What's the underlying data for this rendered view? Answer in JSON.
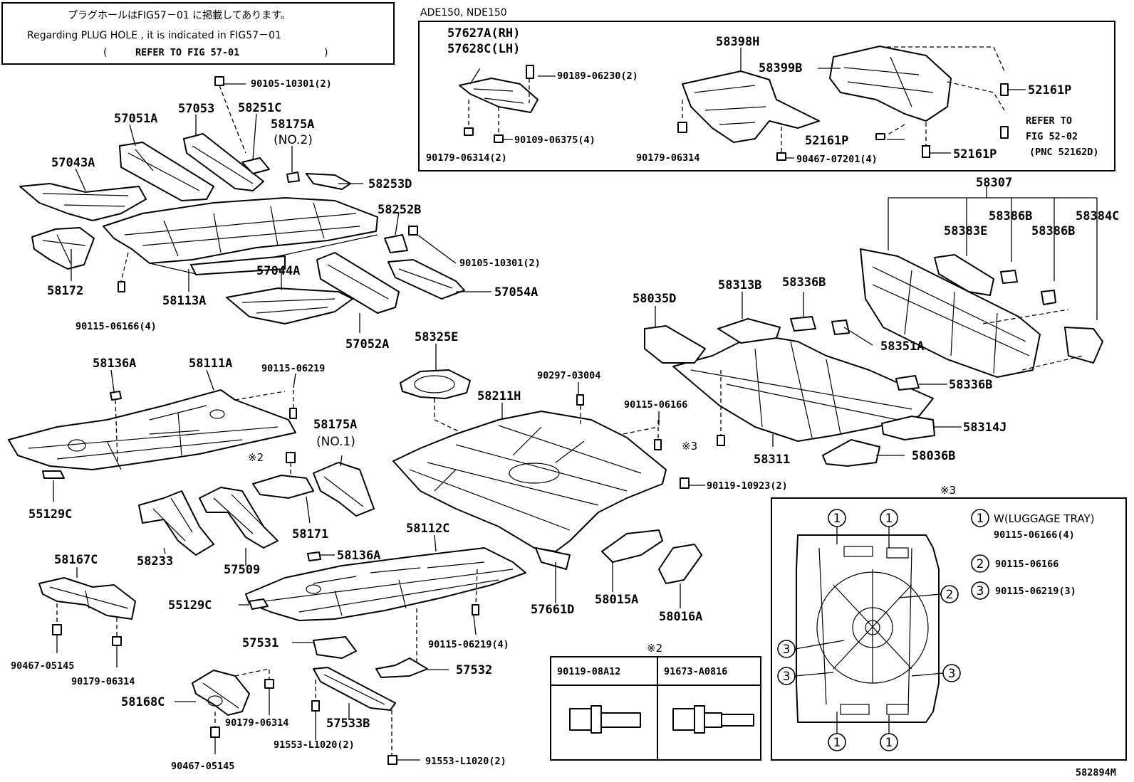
{
  "header_note": {
    "line1": "プラグホールはFIG57－01 に掲載してあります。",
    "line2": "Regarding  PLUG HOLE  , it is  indicated  in  FIG57－01",
    "line3_open": "(",
    "line3_text": "REFER TO FIG 57-01",
    "line3_close": ")"
  },
  "inset_model": {
    "model_label": "ADE150, NDE150",
    "labels": {
      "p57627A": "57627A(RH)",
      "p57628C": "57628C(LH)",
      "p58398H": "58398H",
      "p58399B": "58399B",
      "p52161P_a": "52161P",
      "p52161P_b": "52161P",
      "p52161P_c": "52161P",
      "p90189": "90189-06230(2)",
      "p90109": "90109-06375(4)",
      "p90179a": "90179-06314(2)",
      "p90179b": "90179-06314",
      "p90467": "90467-07201(4)",
      "refer1": "REFER TO",
      "refer2": "FIG 52-02",
      "refer3": "(PNC 52162D)"
    }
  },
  "parts": {
    "p90105a": "90105-10301(2)",
    "p57051A": "57051A",
    "p57053": "57053",
    "p58251C": "58251C",
    "p58175A_no2": "58175A",
    "no2": "(NO.2)",
    "p57043A": "57043A",
    "p58253D": "58253D",
    "p58252B": "58252B",
    "p90105b": "90105-10301(2)",
    "p58172": "58172",
    "p58113A": "58113A",
    "p57044A": "57044A",
    "p57054A": "57054A",
    "p90115a": "90115-06166(4)",
    "p57052A": "57052A",
    "p58307": "58307",
    "p58386B_a": "58386B",
    "p58384C": "58384C",
    "p58383E": "58383E",
    "p58386B_b": "58386B",
    "p58035D": "58035D",
    "p58313B": "58313B",
    "p58336B_a": "58336B",
    "p58351A": "58351A",
    "p58336B_b": "58336B",
    "p58314J": "58314J",
    "p58311": "58311",
    "p58036B": "58036B",
    "p90119a": "90119-10923(2)",
    "p58325E": "58325E",
    "p90297": "90297-03004",
    "p58211H": "58211H",
    "p90115b": "90115-06166",
    "mark3": "※3",
    "p58136A_a": "58136A",
    "p58111A": "58111A",
    "p90115c": "90115-06219",
    "p58175A_no1": "58175A",
    "no1": "(NO.1)",
    "mark2": "※2",
    "p55129C_a": "55129C",
    "p58171": "58171",
    "p58233": "58233",
    "p57509": "57509",
    "p58112C": "58112C",
    "p58136A_b": "58136A",
    "p55129C_b": "55129C",
    "p57661D": "57661D",
    "p58015A": "58015A",
    "p58016A": "58016A",
    "p58167C": "58167C",
    "p90467a": "90467-05145",
    "p90179c": "90179-06314",
    "p90115d": "90115-06219(4)",
    "p57531": "57531",
    "p57532": "57532",
    "p58168C": "58168C",
    "p90179d": "90179-06314",
    "p57533B": "57533B",
    "p91553a": "91553-L1020(2)",
    "p91553b": "91553-L1020(2)",
    "p90467b": "90467-05145"
  },
  "table_x2": {
    "title": "※2",
    "col1": "90119-08A12",
    "col2": "91673-A0816"
  },
  "legend_x3": {
    "title": "※3",
    "items": [
      {
        "num": "1",
        "label": "W(LUGGAGE TRAY)",
        "part": "90115-06166(4)"
      },
      {
        "num": "2",
        "label": "",
        "part": "90115-06166"
      },
      {
        "num": "3",
        "label": "",
        "part": "90115-06219(3)"
      }
    ],
    "callout_1": "1",
    "callout_2": "2",
    "callout_3": "3"
  },
  "figure_id": "582894M"
}
